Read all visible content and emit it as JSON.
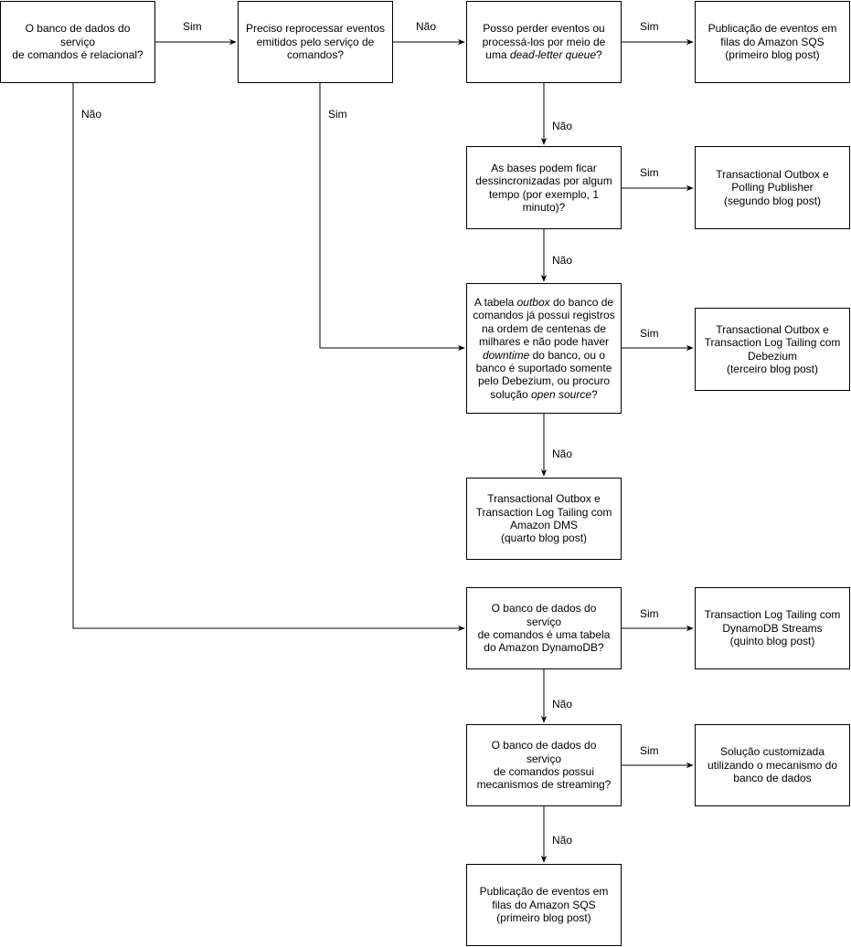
{
  "nodes": {
    "q_relational": {
      "lines": [
        [
          {
            "t": "O banco de dados do serviço"
          }
        ],
        [
          {
            "t": "de comandos é relacional?"
          }
        ]
      ]
    },
    "q_reprocess": {
      "lines": [
        [
          {
            "t": "Preciso reprocessar eventos"
          }
        ],
        [
          {
            "t": "emitidos pelo serviço de"
          }
        ],
        [
          {
            "t": "comandos?"
          }
        ]
      ]
    },
    "q_lose_events": {
      "lines": [
        [
          {
            "t": "Posso perder eventos ou"
          }
        ],
        [
          {
            "t": "processá-los por meio de"
          }
        ],
        [
          {
            "t": "uma "
          },
          {
            "t": "dead-letter queue",
            "i": true
          },
          {
            "t": "?"
          }
        ]
      ]
    },
    "a_sqs_1": {
      "lines": [
        [
          {
            "t": "Publicação de eventos em"
          }
        ],
        [
          {
            "t": "filas do Amazon SQS"
          }
        ],
        [
          {
            "t": "(primeiro blog post)"
          }
        ]
      ]
    },
    "q_unsync": {
      "lines": [
        [
          {
            "t": "As bases podem ficar"
          }
        ],
        [
          {
            "t": "dessincronizadas por algum"
          }
        ],
        [
          {
            "t": "tempo (por exemplo, 1"
          }
        ],
        [
          {
            "t": "minuto)?"
          }
        ]
      ]
    },
    "a_polling": {
      "lines": [
        [
          {
            "t": "Transactional Outbox e"
          }
        ],
        [
          {
            "t": "Polling Publisher"
          }
        ],
        [
          {
            "t": "(segundo blog post)"
          }
        ]
      ]
    },
    "q_outbox": {
      "lines": [
        [
          {
            "t": "A tabela "
          },
          {
            "t": "outbox",
            "i": true
          },
          {
            "t": " do banco de"
          }
        ],
        [
          {
            "t": "comandos já possui registros"
          }
        ],
        [
          {
            "t": "na ordem de centenas de"
          }
        ],
        [
          {
            "t": "milhares e não pode haver"
          }
        ],
        [
          {
            "t": "downtime",
            "i": true
          },
          {
            "t": " do banco, ou o"
          }
        ],
        [
          {
            "t": "banco é suportado somente"
          }
        ],
        [
          {
            "t": "pelo Debezium, ou procuro"
          }
        ],
        [
          {
            "t": "solução "
          },
          {
            "t": "open source",
            "i": true
          },
          {
            "t": "?"
          }
        ]
      ]
    },
    "a_debezium": {
      "lines": [
        [
          {
            "t": "Transactional Outbox e"
          }
        ],
        [
          {
            "t": "Transaction Log Tailing com"
          }
        ],
        [
          {
            "t": "Debezium"
          }
        ],
        [
          {
            "t": "(terceiro blog post)"
          }
        ]
      ]
    },
    "a_dms": {
      "lines": [
        [
          {
            "t": "Transactional Outbox e"
          }
        ],
        [
          {
            "t": "Transaction Log Tailing com"
          }
        ],
        [
          {
            "t": "Amazon DMS"
          }
        ],
        [
          {
            "t": "(quarto blog post)"
          }
        ]
      ]
    },
    "q_dynamodb": {
      "lines": [
        [
          {
            "t": "O banco de dados do serviço"
          }
        ],
        [
          {
            "t": "de comandos é uma tabela"
          }
        ],
        [
          {
            "t": "do Amazon DynamoDB?"
          }
        ]
      ]
    },
    "a_dynamo_streams": {
      "lines": [
        [
          {
            "t": "Transaction Log Tailing com"
          }
        ],
        [
          {
            "t": "DynamoDB Streams"
          }
        ],
        [
          {
            "t": "(quinto blog post)"
          }
        ]
      ]
    },
    "q_streaming": {
      "lines": [
        [
          {
            "t": "O banco de dados do serviço"
          }
        ],
        [
          {
            "t": "de comandos possui"
          }
        ],
        [
          {
            "t": "mecanismos de streaming?"
          }
        ]
      ]
    },
    "a_custom": {
      "lines": [
        [
          {
            "t": "Solução customizada"
          }
        ],
        [
          {
            "t": "utilizando o mecanismo do"
          }
        ],
        [
          {
            "t": "banco de dados"
          }
        ]
      ]
    },
    "a_sqs_2": {
      "lines": [
        [
          {
            "t": "Publicação de eventos em"
          }
        ],
        [
          {
            "t": "filas do Amazon SQS"
          }
        ],
        [
          {
            "t": "(primeiro blog post)"
          }
        ]
      ]
    }
  },
  "edge_labels": {
    "relational_sim": "Sim",
    "relational_nao": "Não",
    "reprocess_nao": "Não",
    "reprocess_sim": "Sim",
    "lose_sim": "Sim",
    "lose_nao": "Não",
    "unsync_sim": "Sim",
    "unsync_nao": "Não",
    "outbox_sim": "Sim",
    "outbox_nao": "Não",
    "dynamodb_sim": "Sim",
    "dynamodb_nao": "Não",
    "streaming_sim": "Sim",
    "streaming_nao": "Não"
  },
  "colors": {
    "stroke": "#000000",
    "background": "#ffffff"
  }
}
